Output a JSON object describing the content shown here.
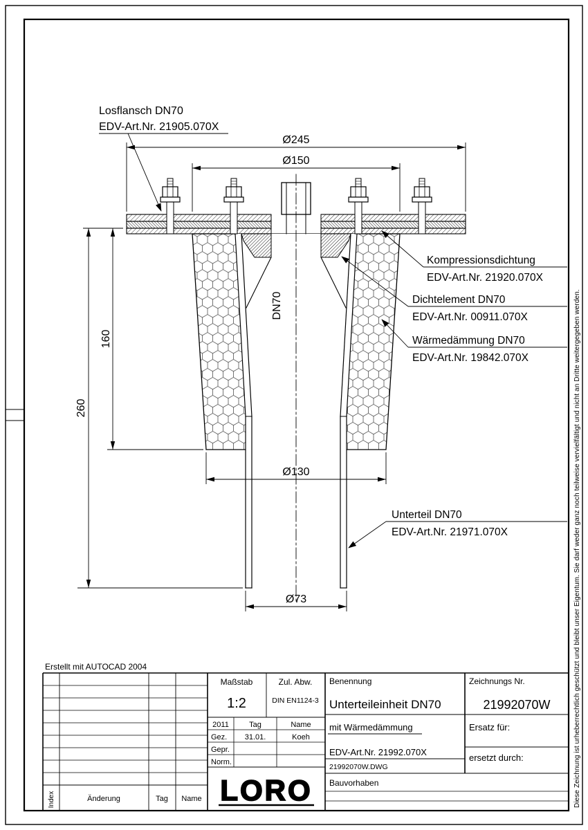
{
  "frame": {
    "copyright": "Diese Zeichnung ist urheberrechtlich geschützt und bleibt unser Eigentum. Sie darf weder ganz noch teilweise vervielfältigt und nicht an Dritte weitergegeben werden.",
    "created_note": "Erstellt mit AUTOCAD 2004"
  },
  "drawing": {
    "part_labels": {
      "losflansch": {
        "name": "Losflansch DN70",
        "art": "EDV-Art.Nr. 21905.070X"
      },
      "kompressionsdichtung": {
        "name": "Kompressionsdichtung",
        "art": "EDV-Art.Nr. 21920.070X"
      },
      "dichtelement": {
        "name": "Dichtelement DN70",
        "art": "EDV-Art.Nr. 00911.070X"
      },
      "waermedaemmung": {
        "name": "Wärmedämmung DN70",
        "art": "EDV-Art.Nr. 19842.070X"
      },
      "unterteil": {
        "name": "Unterteil DN70",
        "art": "EDV-Art.Nr. 21971.070X"
      }
    },
    "pipe_label": "DN70",
    "dimensions": {
      "outer_flange": "Ø245",
      "inner_flange": "Ø150",
      "insulation_bottom": "Ø130",
      "pipe": "Ø73",
      "insulation_height": "160",
      "total_height": "260"
    }
  },
  "title_block": {
    "massstab": {
      "label": "Maßstab",
      "value": "1:2"
    },
    "zul_abw": {
      "label": "Zul. Abw.",
      "value": "DIN EN1124-3"
    },
    "benennung": {
      "label": "Benennung",
      "value": "Unterteileinheit DN70",
      "subtitle": "mit Wärmedämmung"
    },
    "zeichnungs_nr": {
      "label": "Zeichnungs Nr.",
      "value": "21992070W"
    },
    "approval": {
      "year": "2011",
      "tag": "Tag",
      "name": "Name",
      "gez": "Gez.",
      "gez_tag": "31.01.",
      "gez_name": "Koeh",
      "gepr": "Gepr.",
      "norm": "Norm."
    },
    "edv_art": "EDV-Art.Nr. 21992.070X",
    "dwg_file": "21992070W.DWG",
    "ersatz_fuer": "Ersatz für:",
    "ersetzt_durch": "ersetzt durch:",
    "bauvorhaben": "Bauvorhaben",
    "logo": "LORO",
    "revision": {
      "index": "Index",
      "aenderung": "Änderung",
      "tag": "Tag",
      "name": "Name"
    }
  }
}
